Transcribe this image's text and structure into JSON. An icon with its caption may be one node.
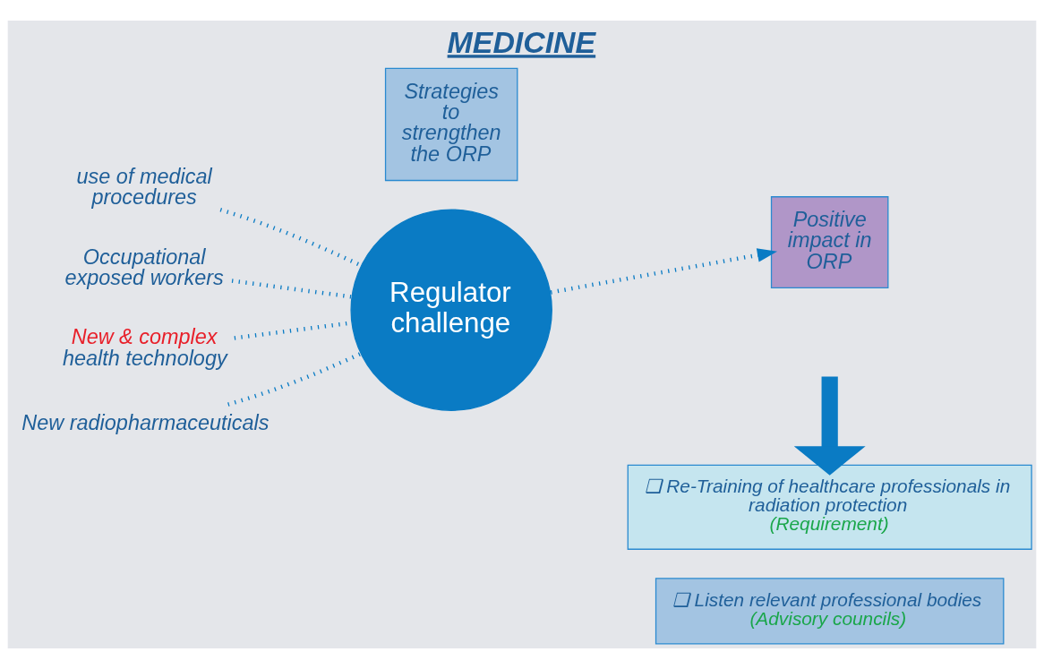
{
  "diagram": {
    "title": "MEDICINE",
    "nodes": [
      {
        "text": [
          "use of medical procedures"
        ]
      },
      {
        "text": [
          "Occupational exposed workers"
        ]
      },
      {
        "text": [
          "New & complex",
          "health technology"
        ]
      },
      {
        "text": [
          "New radiopharmaceuticals"
        ]
      },
      {
        "text": [
          "Regulator challenge"
        ]
      },
      {
        "text": [
          "Strategies to strengthen the ORP"
        ]
      },
      {
        "text": [
          "Positive impact in ORP"
        ]
      },
      {
        "text": [
          "❑ Re-Training of healthcare professionals in radiation protection",
          "(Requirement)"
        ]
      },
      {
        "text": [
          "❑ Listen relevant professional bodies",
          "(Advisory councils)"
        ]
      }
    ],
    "edges": [
      {
        "from": 0,
        "to": 4,
        "arrow": "none",
        "style": "dashed"
      },
      {
        "from": 1,
        "to": 4,
        "arrow": "none",
        "style": "dashed"
      },
      {
        "from": 2,
        "to": 4,
        "arrow": "none",
        "style": "dashed"
      },
      {
        "from": 3,
        "to": 4,
        "arrow": "none",
        "style": "dashed"
      },
      {
        "from": 4,
        "to": 6,
        "arrow": "to",
        "style": "dashed"
      },
      {
        "from": null,
        "to": 7,
        "arrow": "to",
        "style": "thick"
      }
    ]
  }
}
